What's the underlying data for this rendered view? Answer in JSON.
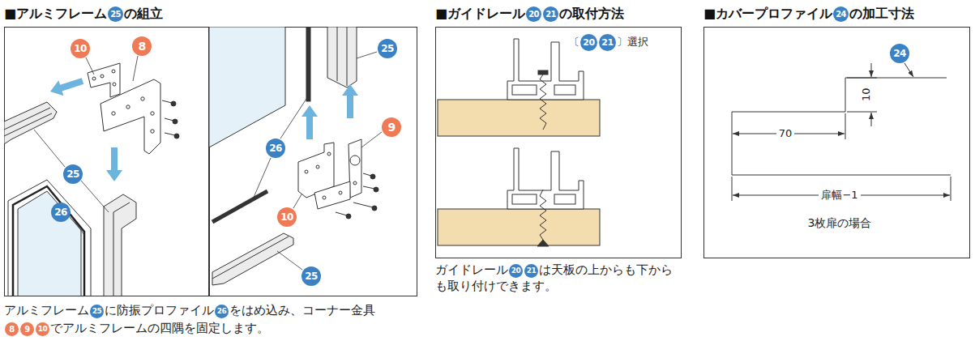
{
  "diagram": {
    "labels": [
      "■アルミフレーム",
      "25",
      "の組立",
      "■ガイドレール",
      "20",
      "21",
      "の取付方法",
      "■カバープロファイル",
      "24",
      "の加工寸法",
      "10",
      "8",
      "25",
      "26",
      "26",
      "25",
      "9",
      "10",
      "25",
      "〔",
      "20",
      "21",
      "〕選択",
      "24",
      "10",
      "70",
      "扉幅−1",
      "3枚扉の場合",
      "アルミフレーム",
      "25",
      "に防振プロファイル",
      "26",
      "をはめ込み、コーナー金具",
      "8",
      "9",
      "10",
      "でアルミフレームの四隅を固定します。",
      "ガイドレール",
      "20",
      "21",
      "は天板の上からも下からも取り付けできます。"
    ]
  }
}
